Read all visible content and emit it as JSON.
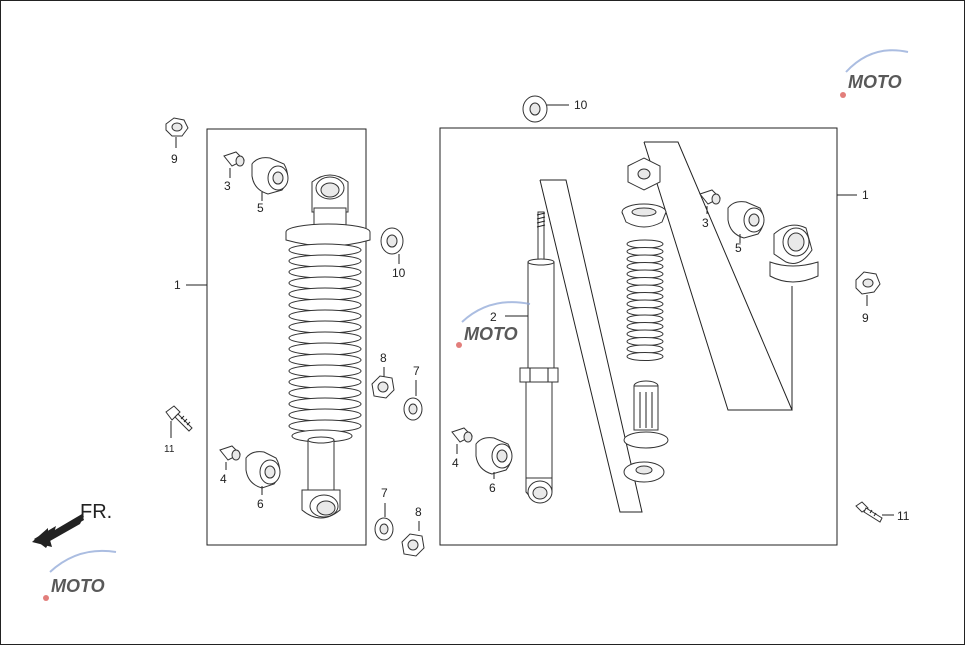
{
  "diagram": {
    "direction_label": "FR.",
    "watermark_text": "MOTO",
    "callouts": {
      "left_shock": "1",
      "right_shock": "1",
      "damper": "2",
      "collar_top_left": "3",
      "collar_top_right": "3",
      "collar_bottom_left": "4",
      "collar_bottom_right": "4",
      "bush_top_left": "5",
      "bush_top_right": "5",
      "bush_bottom_left": "6",
      "bush_bottom_right": "6",
      "washer_mid": "7",
      "washer_low": "7",
      "nut_mid": "8",
      "nut_low": "8",
      "flange_nut_left": "9",
      "flange_nut_right": "9",
      "washer_mid_10": "10",
      "washer_top_10": "10",
      "bolt_left": "11",
      "bolt_right": "11"
    }
  },
  "colors": {
    "line": "#222222",
    "watermark_red": "#d9534f",
    "watermark_blue": "#8fa8d8"
  }
}
